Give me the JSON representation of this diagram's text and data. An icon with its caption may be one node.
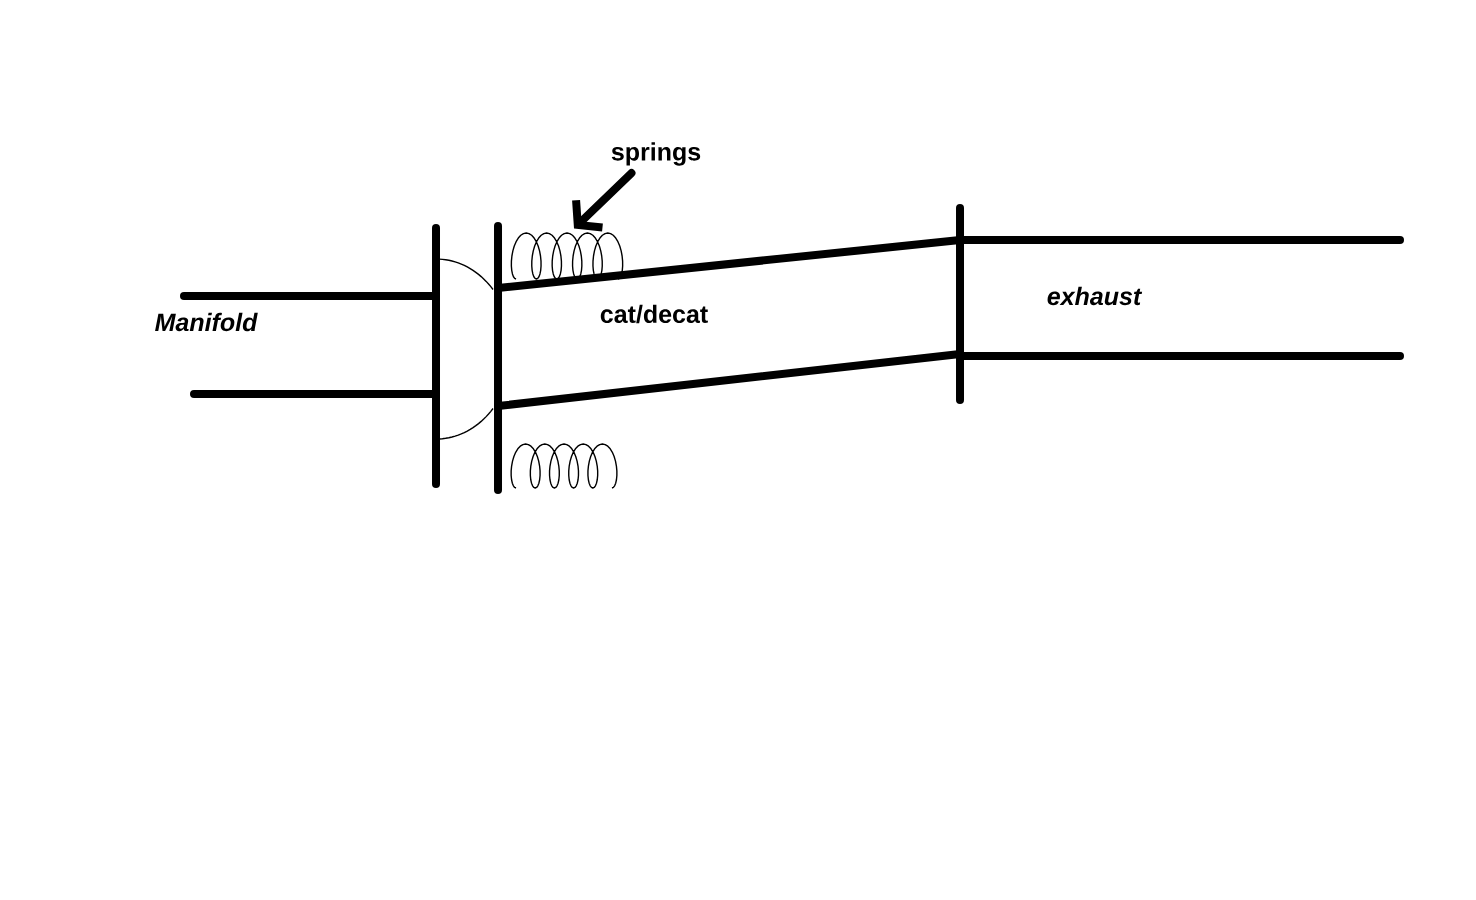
{
  "diagram": {
    "nodes": [
      {
        "text": [
          "springs"
        ]
      },
      {
        "text": [],
        "shape": "spring"
      }
    ],
    "edges": [
      {
        "from": 0,
        "to": 1,
        "arrow": "to"
      }
    ],
    "labels": [
      "Manifold",
      "cat/decat",
      "exhaust"
    ]
  }
}
